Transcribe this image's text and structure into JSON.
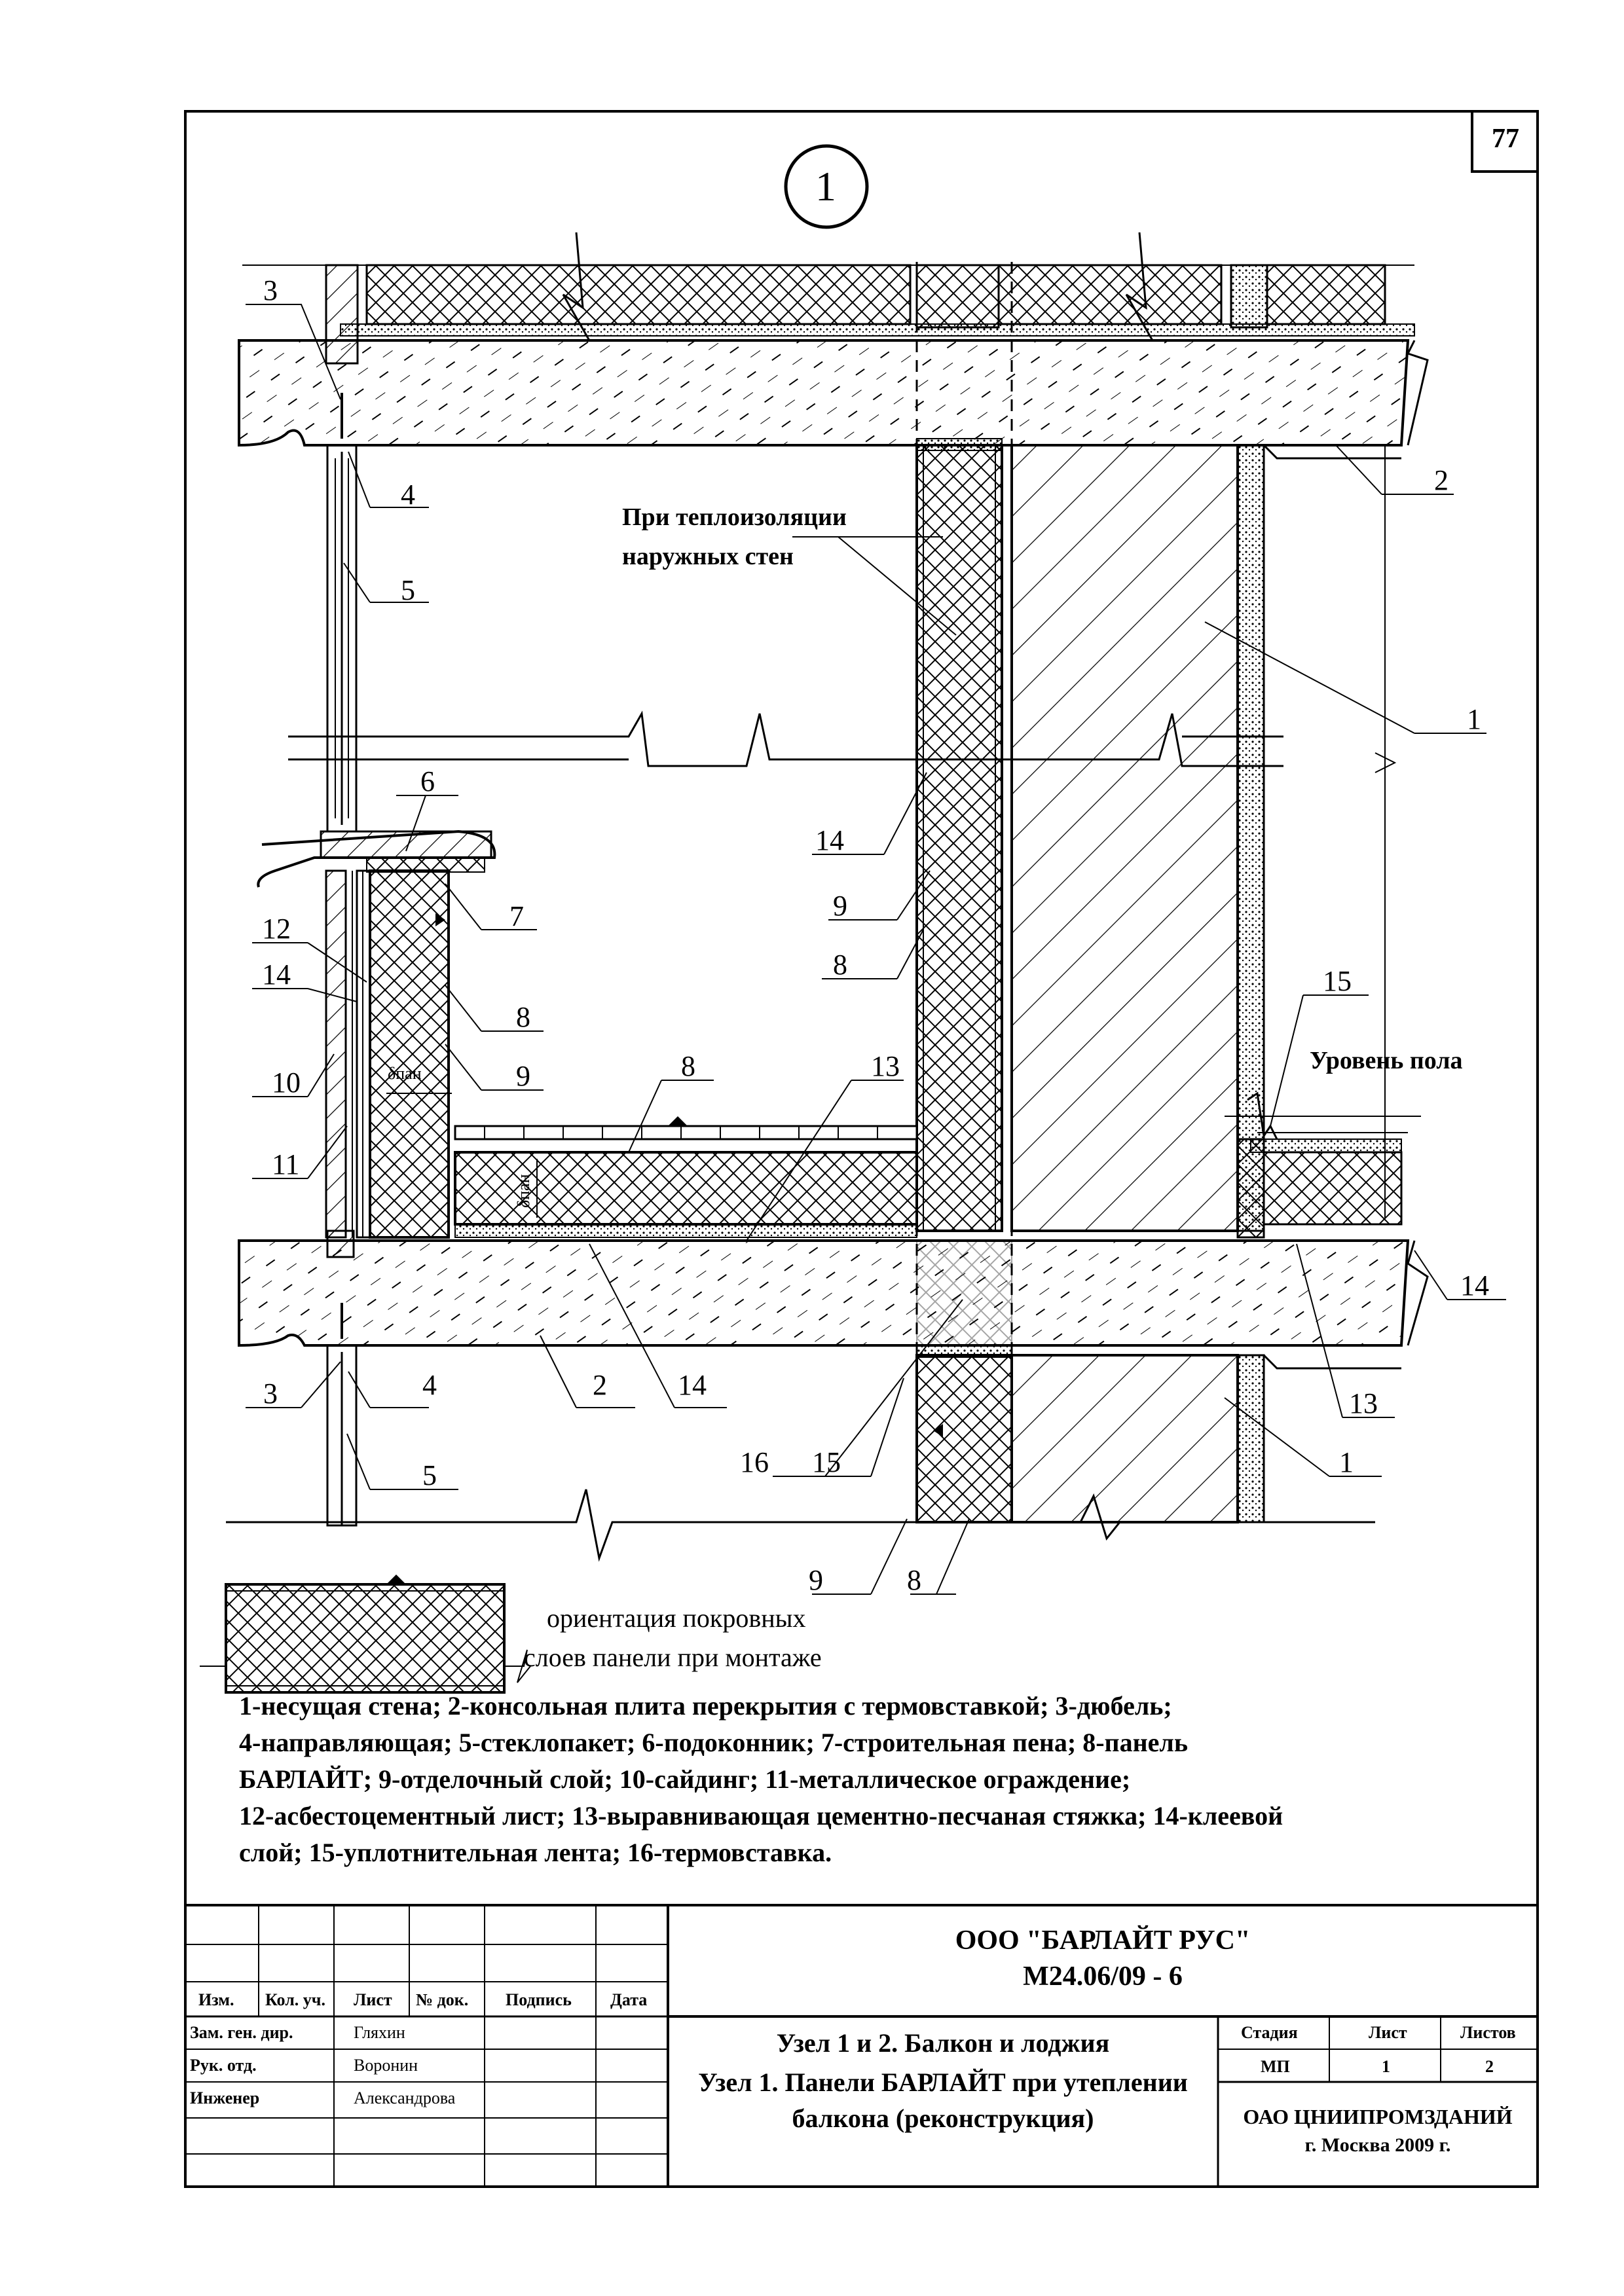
{
  "sheet": {
    "page_number": "77",
    "node_number": "1"
  },
  "callouts": {
    "c3_top": "3",
    "c4_top": "4",
    "c5_top": "5",
    "c2_top": "2",
    "c1_mid": "1",
    "c6": "6",
    "c14_mid": "14",
    "c9_mid": "9",
    "c8_mid": "8",
    "c7": "7",
    "c12": "12",
    "c14_left": "14",
    "c8_left": "8",
    "c9_left": "9",
    "c10": "10",
    "c11": "11",
    "c8_floor": "8",
    "c13_floor": "13",
    "c15_right": "15",
    "c14_right": "14",
    "c13_right": "13",
    "c1_bot": "1",
    "c3_bot": "3",
    "c4_bot": "4",
    "c2_bot": "2",
    "c14_bot": "14",
    "c16": "16",
    "c15_bot": "15",
    "c5_bot": "5",
    "c9_bot": "9",
    "c8_bot": "8"
  },
  "annotations": {
    "ext_walls_line1": "При теплоизоляции",
    "ext_walls_line2": "наружных стен",
    "floor_level": "Уровень пола",
    "delta_v": "δпан",
    "delta_h": "δпан",
    "orientation_line1": "ориентация покровных",
    "orientation_line2": "слоев панели при монтаже"
  },
  "legend": {
    "line1": "1-несущая стена; 2-консольная плита перекрытия с термовставкой; 3-дюбель;",
    "line2": "4-направляющая; 5-стеклопакет; 6-подоконник; 7-строительная пена; 8-панель",
    "line3": "БАРЛАЙТ; 9-отделочный слой; 10-сайдинг; 11-металлическое ограждение;",
    "line4": "12-асбестоцементный лист; 13-выравнивающая цементно-песчаная стяжка; 14-клеевой",
    "line5": "слой; 15-уплотнительная лента; 16-термовставка."
  },
  "title_block": {
    "company": "ООО \"БАРЛАЙТ РУС\"",
    "code": "М24.06/09 - 6",
    "headers": {
      "izm": "Изм.",
      "kol": "Кол. уч.",
      "list": "Лист",
      "doc": "№ док.",
      "sign": "Подпись",
      "date": "Дата"
    },
    "staff": [
      {
        "role": "Зам. ген. дир.",
        "name": "Гляхин"
      },
      {
        "role": "Рук. отд.",
        "name": "Воронин"
      },
      {
        "role": "Инженер",
        "name": "Александрова"
      }
    ],
    "title_line1": "Узел 1 и 2. Балкон и лоджия",
    "title_line2": "Узел 1. Панели БАРЛАЙТ при утеплении",
    "title_line3": "балкона (реконструкция)",
    "stage_header": "Стадия",
    "sheet_header": "Лист",
    "sheets_header": "Листов",
    "stage": "МП",
    "sheet": "1",
    "sheets": "2",
    "org_line1": "ОАО ЦНИИПРОМЗДАНИЙ",
    "org_line2": "г. Москва 2009 г."
  }
}
